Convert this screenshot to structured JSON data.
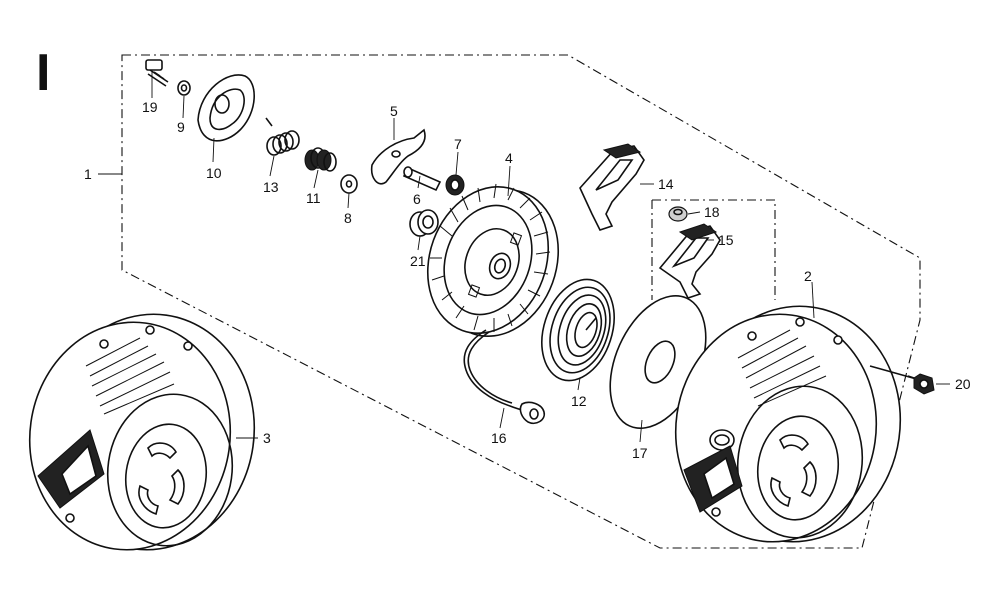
{
  "section_label": "I",
  "parts": [
    {
      "id": "p1",
      "no": "1"
    },
    {
      "id": "p2",
      "no": "2"
    },
    {
      "id": "p3",
      "no": "3"
    },
    {
      "id": "p4",
      "no": "4"
    },
    {
      "id": "p5",
      "no": "5"
    },
    {
      "id": "p6",
      "no": "6"
    },
    {
      "id": "p7",
      "no": "7"
    },
    {
      "id": "p8",
      "no": "8"
    },
    {
      "id": "p9",
      "no": "9"
    },
    {
      "id": "p10",
      "no": "10"
    },
    {
      "id": "p11",
      "no": "11"
    },
    {
      "id": "p12",
      "no": "12"
    },
    {
      "id": "p13",
      "no": "13"
    },
    {
      "id": "p14",
      "no": "14"
    },
    {
      "id": "p15",
      "no": "15"
    },
    {
      "id": "p16",
      "no": "16"
    },
    {
      "id": "p17",
      "no": "17"
    },
    {
      "id": "p18",
      "no": "18"
    },
    {
      "id": "p19",
      "no": "19"
    },
    {
      "id": "p20",
      "no": "20"
    },
    {
      "id": "p21",
      "no": "21"
    }
  ]
}
